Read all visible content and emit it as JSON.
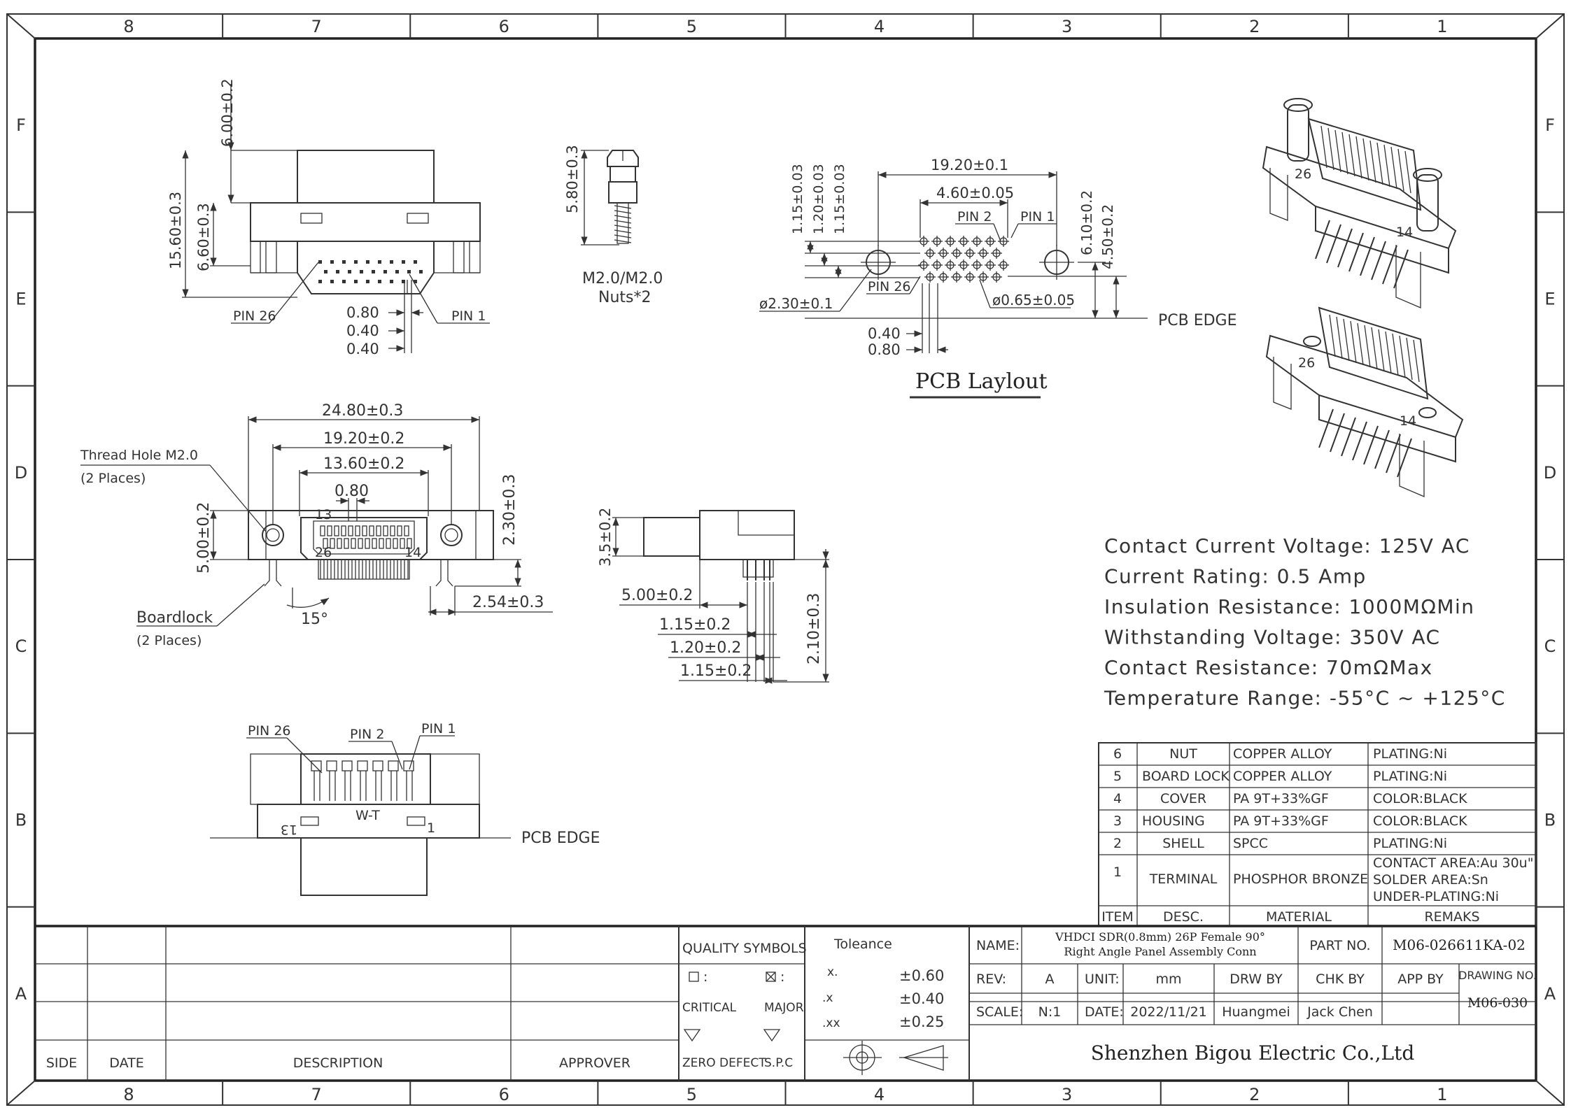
{
  "frame": {
    "columns": [
      "8",
      "7",
      "6",
      "5",
      "4",
      "3",
      "2",
      "1"
    ],
    "rows": [
      "F",
      "E",
      "D",
      "C",
      "B",
      "A"
    ]
  },
  "top_view": {
    "dim_top": "6.00±0.2",
    "dim_height": "15.60±0.3",
    "dim_mid": "6.60±0.3",
    "pin26": "PIN 26",
    "pin1": "PIN 1",
    "d1": "0.80",
    "d2": "0.40",
    "d3": "0.40"
  },
  "screw": {
    "dim": "5.80±0.3",
    "label1": "M2.0/M2.0",
    "label2": "Nuts*2"
  },
  "pcb_layout": {
    "w1": "19.20±0.1",
    "w2": "4.60±0.05",
    "v1": "1.15±0.03",
    "v2": "1.20±0.03",
    "v3": "1.15±0.03",
    "h1": "6.10±0.2",
    "h2": "4.50±0.2",
    "pin2": "PIN 2",
    "pin1": "PIN 1",
    "pin26": "PIN 26",
    "hole": "ø2.30±0.1",
    "pad": "ø0.65±0.05",
    "edge": "PCB EDGE",
    "s1": "0.40",
    "s2": "0.80",
    "title": "PCB Laylout"
  },
  "front_view": {
    "w1": "24.80±0.3",
    "w2": "19.20±0.2",
    "w3": "13.60±0.2",
    "w4": "0.80",
    "h1": "5.00±0.2",
    "h2": "2.30±0.3",
    "thread1": "Thread Hole M2.0",
    "thread2": "(2 Places)",
    "board1": "Boardlock",
    "board2": "(2 Places)",
    "angle": "15°",
    "d254": "2.54±0.3",
    "p13": "13",
    "p26": "26",
    "p14": "14"
  },
  "side_view": {
    "h": "3.5±0.2",
    "d1": "5.00±0.2",
    "d2": "1.15±0.2",
    "d3": "1.20±0.2",
    "d4": "1.15±0.2",
    "v": "2.10±0.3"
  },
  "bottom_view": {
    "pin26": "PIN 26",
    "pin2": "PIN 2",
    "pin1": "PIN 1",
    "edge": "PCB EDGE"
  },
  "iso": {
    "n26a": "26",
    "n14a": "14",
    "n26b": "26",
    "n14b": "14"
  },
  "specs": [
    "Contact Current Voltage: 125V AC",
    "Current Rating: 0.5 Amp",
    "Insulation Resistance: 1000MΩMin",
    "Withstanding Voltage: 350V AC",
    "Contact Resistance: 70mΩMax",
    "Temperature Range: -55°C ~ +125°C"
  ],
  "bom": {
    "rows": [
      {
        "item": "6",
        "desc": "NUT",
        "material": "COPPER ALLOY",
        "remark": "PLATING:Ni"
      },
      {
        "item": "5",
        "desc": "BOARD LOCK",
        "material": "COPPER ALLOY",
        "remark": "PLATING:Ni"
      },
      {
        "item": "4",
        "desc": "COVER",
        "material": "PA 9T+33%GF",
        "remark": "COLOR:BLACK"
      },
      {
        "item": "3",
        "desc": "HOUSING",
        "material": "PA 9T+33%GF",
        "remark": "COLOR:BLACK"
      },
      {
        "item": "2",
        "desc": "SHELL",
        "material": "SPCC",
        "remark": "PLATING:Ni"
      }
    ],
    "terminal": {
      "item": "1",
      "desc": "TERMINAL",
      "material": "PHOSPHOR BRONZE",
      "r1": "CONTACT AREA:Au 30u\"",
      "r2": "SOLDER AREA:Sn",
      "r3": "UNDER-PLATING:Ni"
    },
    "header": {
      "item": "ITEM",
      "desc": "DESC.",
      "material": "MATERIAL",
      "remark": "REMAKS"
    }
  },
  "titleblock": {
    "rev_headers": {
      "side": "SIDE",
      "date": "DATE",
      "desc": "DESCRIPTION",
      "approver": "APPROVER"
    },
    "quality": {
      "title": "QUALITY SYMBOLS",
      "critical": "CRITICAL",
      "major": "MAJOR",
      "zero": "ZERO DEFECT",
      "spc": "S.P.C"
    },
    "tolerance": {
      "title": "Toleance",
      "x": "x.",
      "x_val": "±0.60",
      "x1": ".x",
      "x1_val": "±0.40",
      "x2": ".xx",
      "x2_val": "±0.25"
    },
    "name_label": "NAME:",
    "name1": "VHDCI SDR(0.8mm) 26P Female 90°",
    "name2": "Right Angle Panel Assembly Conn",
    "part_label": "PART NO.",
    "part_no": "M06-026611KA-02",
    "rev_label": "REV:",
    "rev": "A",
    "unit_label": "UNIT:",
    "unit": "mm",
    "drw_label": "DRW BY",
    "chk_label": "CHK BY",
    "app_label": "APP BY",
    "drawing_label": "DRAWING NO.",
    "drawing_no": "M06-030",
    "scale_label": "SCALE:",
    "scale": "N:1",
    "date_label": "DATE:",
    "date": "2022/11/21",
    "drw": "Huangmei",
    "chk": "Jack Chen",
    "company": "Shenzhen Bigou Electric Co.,Ltd"
  }
}
